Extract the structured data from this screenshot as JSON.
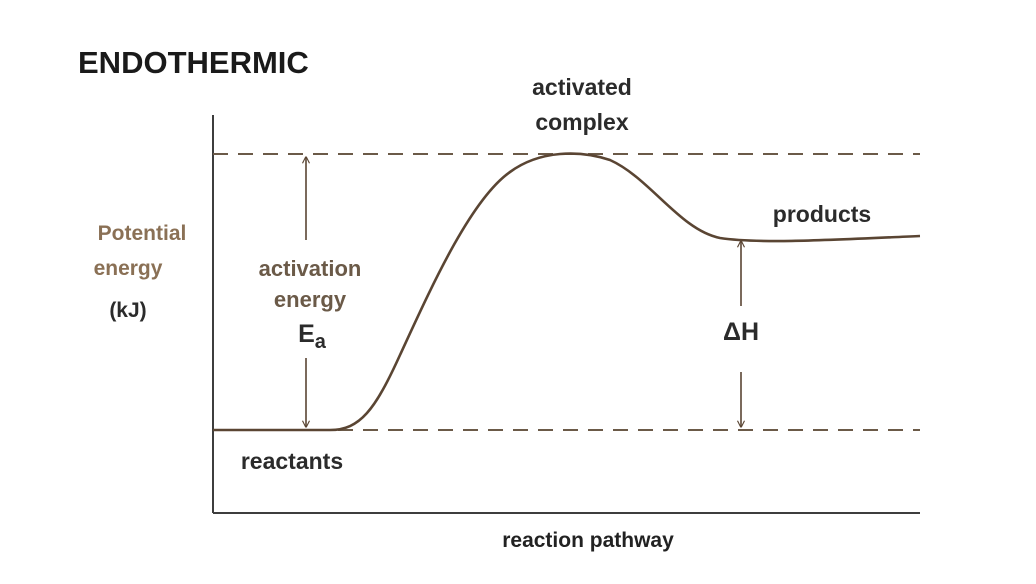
{
  "title": "ENDOTHERMIC",
  "labels": {
    "activated_complex_line1": "activated",
    "activated_complex_line2": "complex",
    "products": "products",
    "reactants": "reactants",
    "activation_energy_line1": "activation",
    "activation_energy_line2": "energy",
    "activation_energy_symbol": "E",
    "activation_energy_subscript": "a",
    "delta_h": "ΔH"
  },
  "axes": {
    "y_label_line1": "Potential",
    "y_label_line2": "energy",
    "y_label_unit": "(kJ)",
    "x_label": "reaction pathway"
  },
  "colors": {
    "curve": "#5a4533",
    "axis_label": "#8a7055",
    "dashed_lines": "#6b5a48"
  }
}
